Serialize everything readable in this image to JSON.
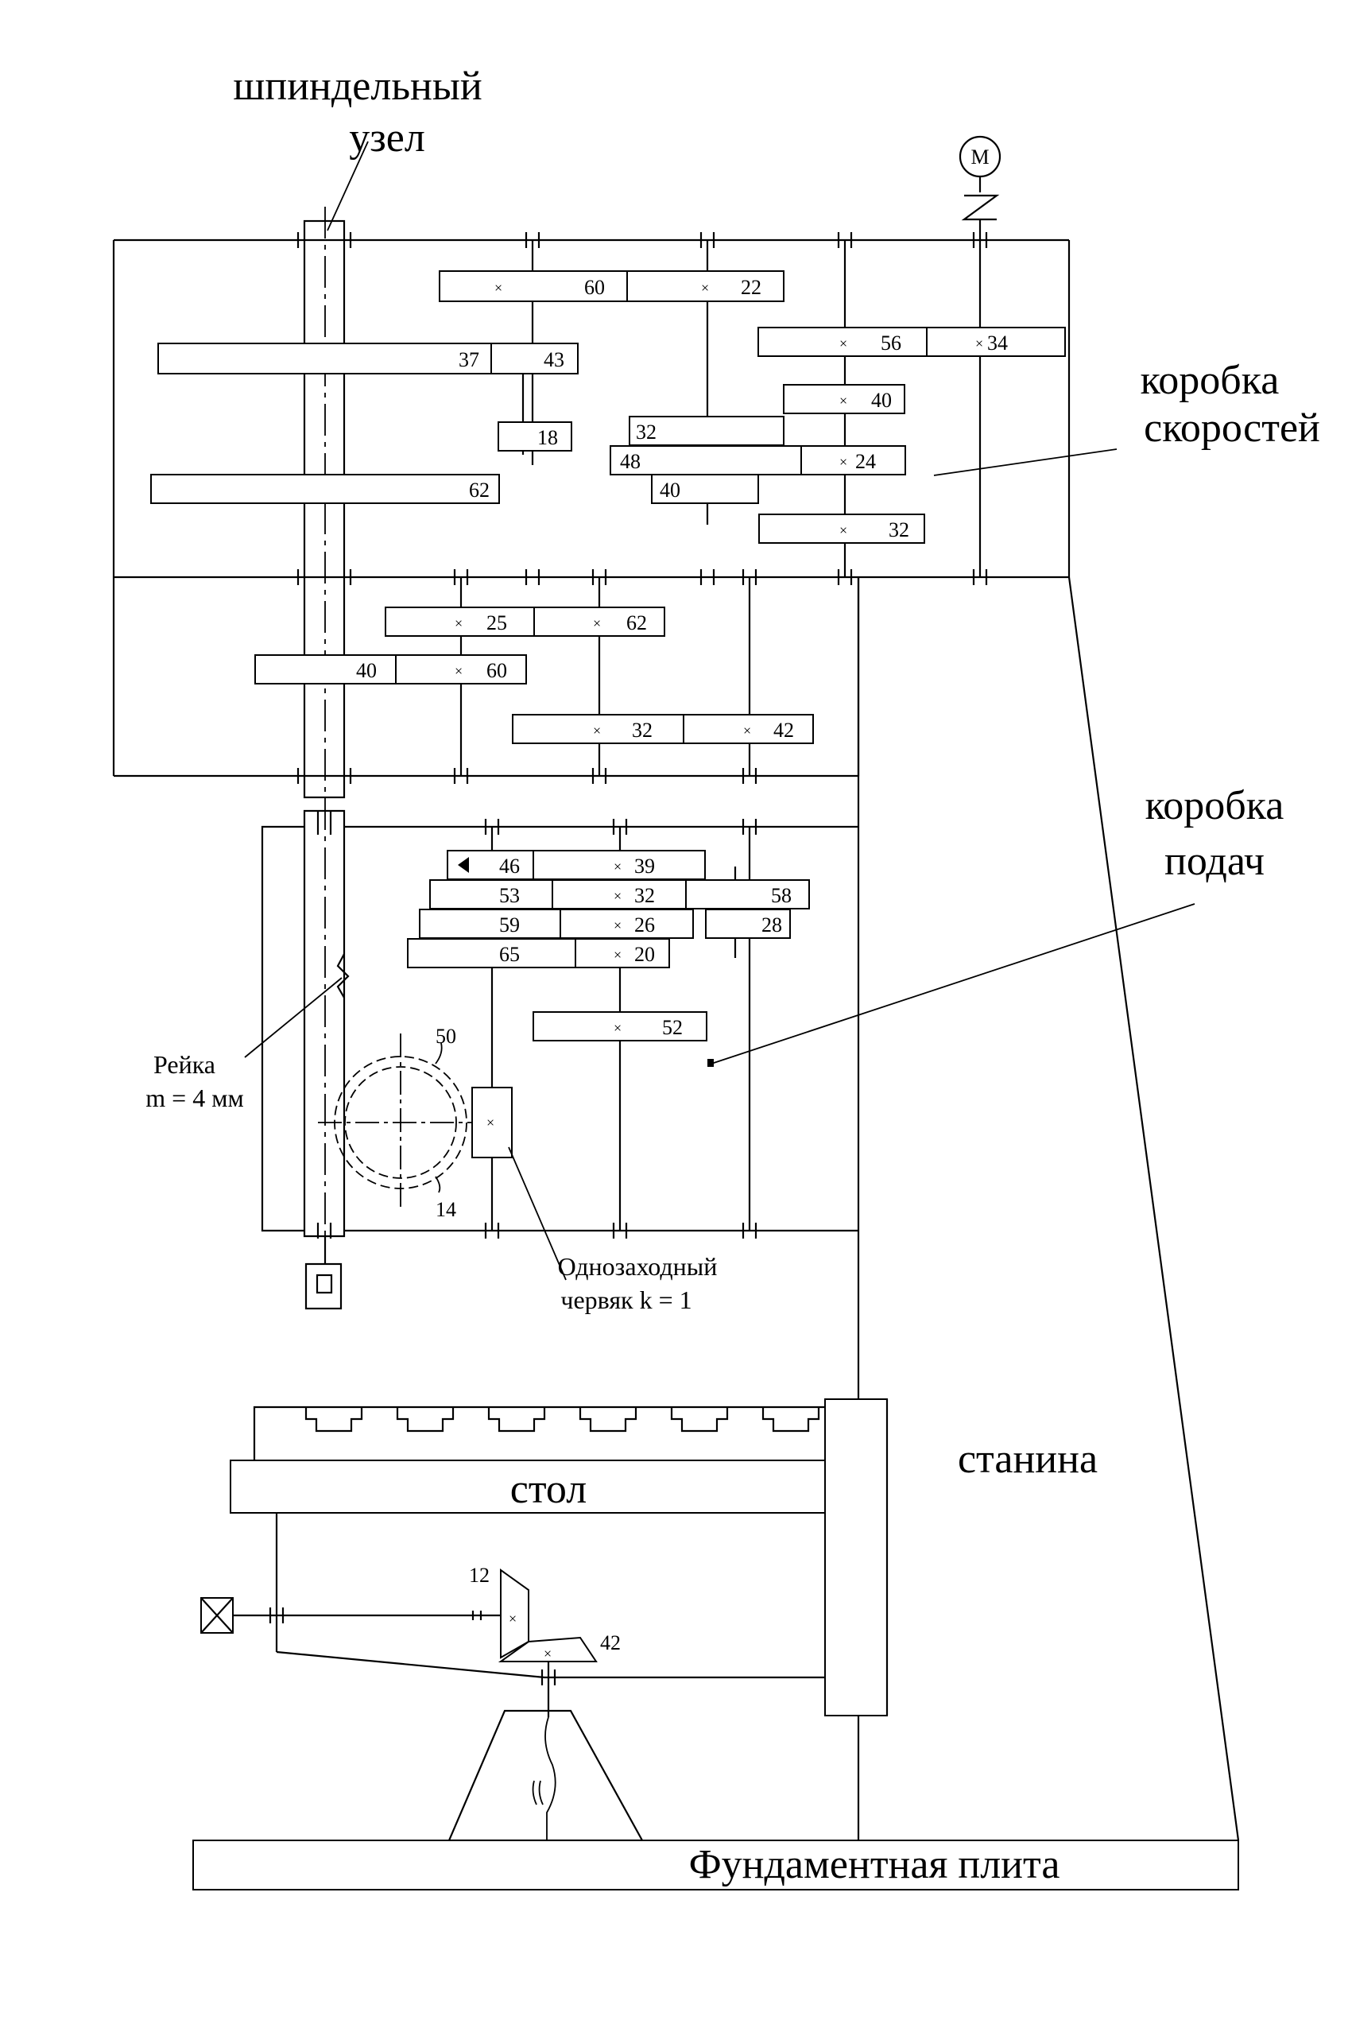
{
  "labels": {
    "spindle": [
      "шпиндельный",
      "узел"
    ],
    "speed_box": [
      "коробка",
      "скоростей"
    ],
    "feed_box": [
      "коробка",
      "подач"
    ],
    "rack": [
      "Рейка",
      "m = 4 мм"
    ],
    "worm": [
      "Однозаходный",
      "червяк k = 1"
    ],
    "frame": "станина",
    "table": "стол",
    "base": "Фундаментная плита",
    "motor": "М"
  },
  "gear_numbers": {
    "speed_box": [
      "60",
      "22",
      "56",
      "34",
      "37",
      "43",
      "40",
      "18",
      "32",
      "48",
      "24",
      "62",
      "40",
      "32"
    ],
    "middle": [
      "25",
      "62",
      "40",
      "60",
      "32",
      "42"
    ],
    "feed_box": [
      "46",
      "39",
      "53",
      "32",
      "58",
      "59",
      "26",
      "28",
      "65",
      "20",
      "52"
    ],
    "worm_wheel": [
      "50",
      "14"
    ],
    "bevel": [
      "12",
      "42"
    ]
  }
}
